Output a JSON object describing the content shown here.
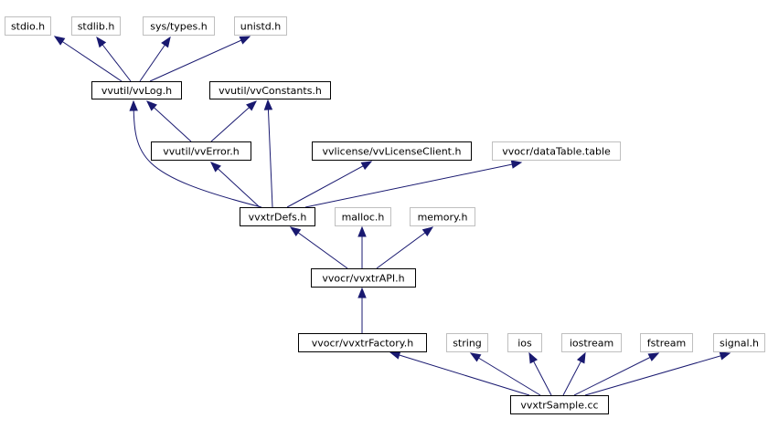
{
  "colors": {
    "edge": "#191970",
    "documented_border": "#000000",
    "external_border": "#bfbfbf",
    "root_fill": "#000000",
    "root_text": "#ffffff",
    "text": "#000000"
  },
  "nodes": [
    {
      "id": "stdio",
      "label": "stdio.h",
      "kind": "external"
    },
    {
      "id": "stdlib",
      "label": "stdlib.h",
      "kind": "external"
    },
    {
      "id": "systypes",
      "label": "sys/types.h",
      "kind": "external"
    },
    {
      "id": "unistd",
      "label": "unistd.h",
      "kind": "external"
    },
    {
      "id": "vvlog",
      "label": "vvutil/vvLog.h",
      "kind": "documented"
    },
    {
      "id": "vvconstants",
      "label": "vvutil/vvConstants.h",
      "kind": "documented"
    },
    {
      "id": "vverror",
      "label": "vvutil/vvError.h",
      "kind": "documented"
    },
    {
      "id": "vvlicense",
      "label": "vvlicense/vvLicenseClient.h",
      "kind": "documented"
    },
    {
      "id": "datatable",
      "label": "vvocr/dataTable.table",
      "kind": "external"
    },
    {
      "id": "vvxtrdefs",
      "label": "vvxtrDefs.h",
      "kind": "documented"
    },
    {
      "id": "malloc",
      "label": "malloc.h",
      "kind": "external"
    },
    {
      "id": "memory",
      "label": "memory.h",
      "kind": "external"
    },
    {
      "id": "vvxtrapi",
      "label": "vvocr/vvxtrAPI.h",
      "kind": "documented"
    },
    {
      "id": "vvxtrfactory",
      "label": "vvocr/vvxtrFactory.h",
      "kind": "documented"
    },
    {
      "id": "string",
      "label": "string",
      "kind": "external"
    },
    {
      "id": "ios",
      "label": "ios",
      "kind": "external"
    },
    {
      "id": "iostream",
      "label": "iostream",
      "kind": "external"
    },
    {
      "id": "fstream",
      "label": "fstream",
      "kind": "external"
    },
    {
      "id": "signal",
      "label": "signal.h",
      "kind": "external"
    },
    {
      "id": "root",
      "label": "vvxtrSample.cc",
      "kind": "root"
    }
  ],
  "edges": [
    {
      "from": "vvlog",
      "to": "stdio"
    },
    {
      "from": "vvlog",
      "to": "stdlib"
    },
    {
      "from": "vvlog",
      "to": "systypes"
    },
    {
      "from": "vvlog",
      "to": "unistd"
    },
    {
      "from": "vverror",
      "to": "vvlog"
    },
    {
      "from": "vverror",
      "to": "vvconstants"
    },
    {
      "from": "vvxtrdefs",
      "to": "vvlog"
    },
    {
      "from": "vvxtrdefs",
      "to": "vverror"
    },
    {
      "from": "vvxtrdefs",
      "to": "vvconstants"
    },
    {
      "from": "vvxtrdefs",
      "to": "vvlicense"
    },
    {
      "from": "vvxtrdefs",
      "to": "datatable"
    },
    {
      "from": "vvxtrapi",
      "to": "vvxtrdefs"
    },
    {
      "from": "vvxtrapi",
      "to": "malloc"
    },
    {
      "from": "vvxtrapi",
      "to": "memory"
    },
    {
      "from": "vvxtrfactory",
      "to": "vvxtrapi"
    },
    {
      "from": "root",
      "to": "vvxtrfactory"
    },
    {
      "from": "root",
      "to": "string"
    },
    {
      "from": "root",
      "to": "ios"
    },
    {
      "from": "root",
      "to": "iostream"
    },
    {
      "from": "root",
      "to": "fstream"
    },
    {
      "from": "root",
      "to": "signal"
    }
  ]
}
